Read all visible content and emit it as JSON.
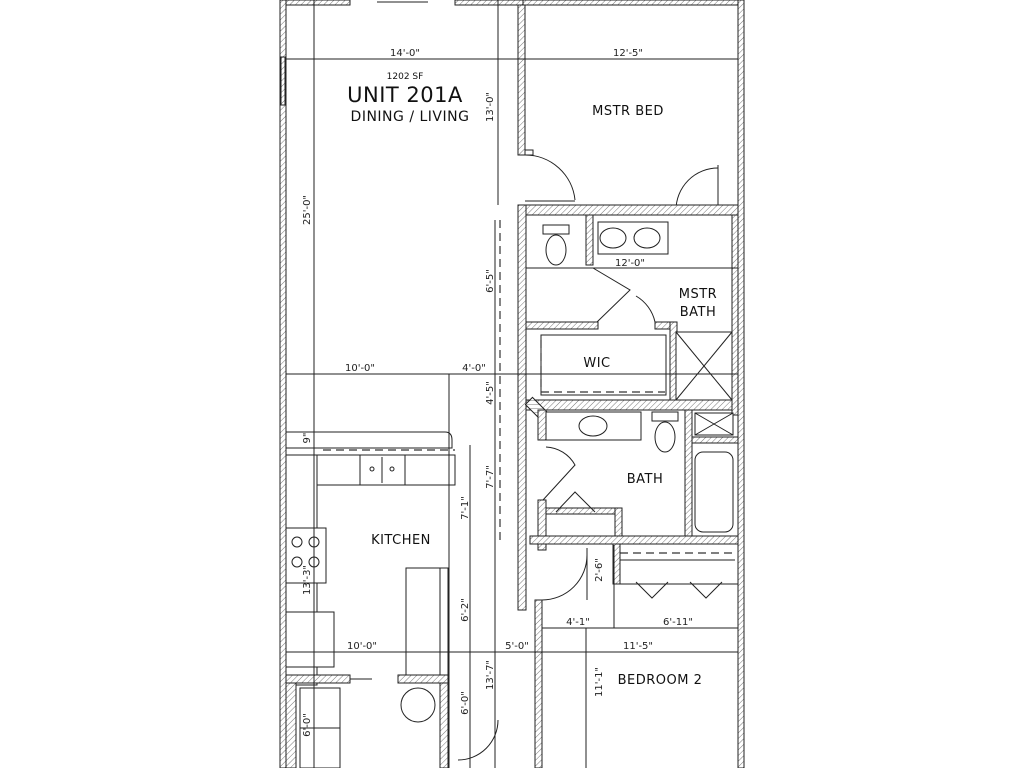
{
  "plan": {
    "unit": "UNIT 201A",
    "area": "1202 SF",
    "colors": {
      "line": "#222222",
      "background": "#ffffff"
    }
  },
  "rooms": {
    "dining_living": "DINING / LIVING",
    "master_bed": "MSTR BED",
    "master_bath_line1": "MSTR",
    "master_bath_line2": "BATH",
    "wic": "WIC",
    "bath": "BATH",
    "kitchen": "KITCHEN",
    "bedroom2": "BEDROOM 2"
  },
  "dimensions": {
    "living_width": "14'-0\"",
    "master_width": "12'-5\"",
    "master_depth": "13'-0\"",
    "living_depth": "25'-0\"",
    "master_bath_width": "12'-0\"",
    "master_bath_depth": "6'-5\"",
    "kitchen_width_top": "10'-0\"",
    "hall_width": "4'-0\"",
    "wic_depth": "4'-5\"",
    "counter_overhang": "9\"",
    "bath_depth": "7'-7\"",
    "kitchen_depth_a": "7'-1\"",
    "kitchen_depth_total": "13'-3\"",
    "closet_depth": "2'-6\"",
    "pantry_depth": "6'-2\"",
    "kitchen_width_bottom": "10'-0\"",
    "hall_width_bottom": "5'-0\"",
    "bed2_closet_a": "4'-1\"",
    "bed2_closet_b": "6'-11\"",
    "bed2_width": "11'-5\"",
    "bed2_depth": "11'-1\"",
    "laundry_depth": "13'-7\"",
    "laundry_a": "6'-0\"",
    "laundry_b": "6'-0\""
  }
}
